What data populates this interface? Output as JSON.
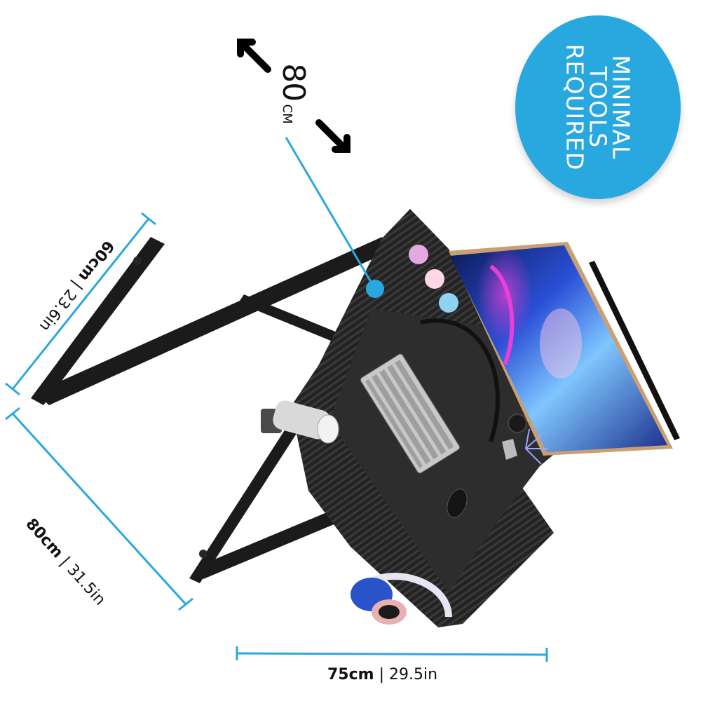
{
  "badge": {
    "lines": [
      "MINIMAL",
      "TOOLS",
      "REQUIRED"
    ],
    "color": "#29a8e0",
    "text_color": "#ffffff"
  },
  "dimensions": {
    "top_diagonal": {
      "value": "80",
      "unit": "CM"
    },
    "left_depth": {
      "metric": "60cm",
      "separator": "|",
      "imperial": "23.6in"
    },
    "left_length": {
      "metric": "80cm",
      "separator": "|",
      "imperial": "31.5in"
    },
    "bottom_width": {
      "metric": "75cm",
      "separator": "|",
      "imperial": "29.5in"
    },
    "line_color": "#29a8e0"
  },
  "product": {
    "desk_color": "#1f1f1f",
    "desk_texture": "carbon-fiber",
    "items": [
      "gaming-desk",
      "monitor",
      "keyboard",
      "mouse",
      "headphones",
      "cup-holder",
      "figurines",
      "hook"
    ],
    "screen_colors": [
      "#0b1a55",
      "#2a4fd6",
      "#c13fd1",
      "#7fc6ff"
    ]
  }
}
